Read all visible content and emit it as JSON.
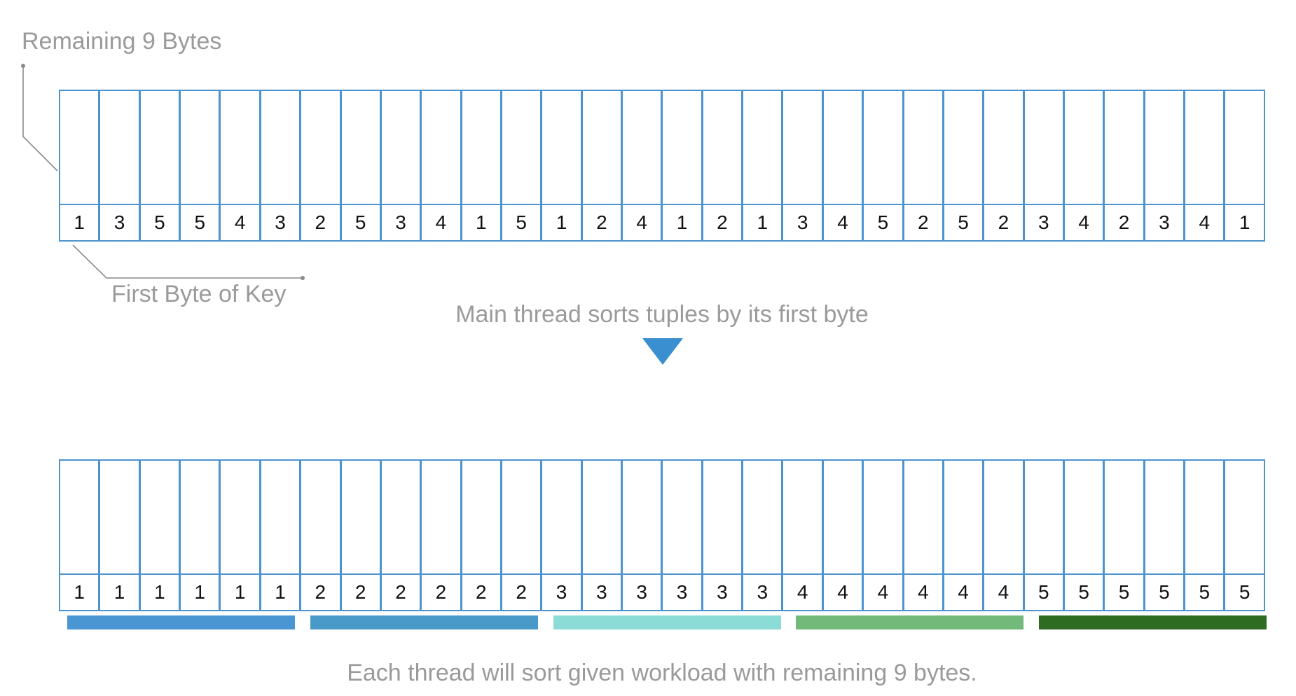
{
  "labels": {
    "remaining": "Remaining 9 Bytes",
    "first_byte": "First Byte of Key",
    "main_thread": "Main thread sorts tuples by its first byte",
    "each_thread": "Each thread will sort given workload with remaining 9 bytes."
  },
  "top_keys": [
    "1",
    "3",
    "5",
    "5",
    "4",
    "3",
    "2",
    "5",
    "3",
    "4",
    "1",
    "5",
    "1",
    "2",
    "4",
    "1",
    "2",
    "1",
    "3",
    "4",
    "5",
    "2",
    "5",
    "2",
    "3",
    "4",
    "2",
    "3",
    "4",
    "1"
  ],
  "bottom_keys": [
    "1",
    "1",
    "1",
    "1",
    "1",
    "1",
    "2",
    "2",
    "2",
    "2",
    "2",
    "2",
    "3",
    "3",
    "3",
    "3",
    "3",
    "3",
    "4",
    "4",
    "4",
    "4",
    "4",
    "4",
    "5",
    "5",
    "5",
    "5",
    "5",
    "5"
  ],
  "thread_bars": [
    {
      "color": "#4a96d2"
    },
    {
      "color": "#4a9ac9"
    },
    {
      "color": "#8bdcd6"
    },
    {
      "color": "#72b97a"
    },
    {
      "color": "#2e6c22"
    }
  ],
  "colors": {
    "cell_border": "#4c94cf",
    "label_gray": "#9a9a9a",
    "arrow": "#3a8fd1"
  }
}
